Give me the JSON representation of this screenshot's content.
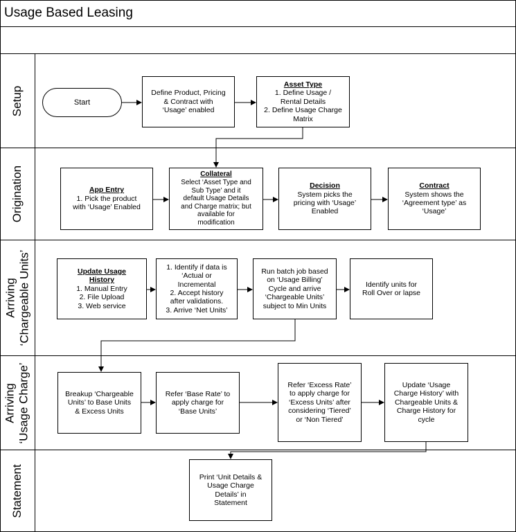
{
  "title": "Usage Based Leasing",
  "lanes": {
    "setup": "Setup",
    "origination": "Origination",
    "arriving_units": [
      "Arriving",
      "‘Chargeable Units’"
    ],
    "arriving_charge": [
      "Arriving",
      "‘Usage Charge’"
    ],
    "statement": "Statement"
  },
  "setup": {
    "start": "Start",
    "define_product": [
      "Define Product, Pricing",
      "& Contract with",
      "‘Usage’ enabled"
    ],
    "asset_type": {
      "heading": "Asset Type",
      "lines": [
        "1. Define Usage /",
        "Rental Details",
        "2. Define Usage Charge",
        "Matrix"
      ]
    }
  },
  "origination": {
    "app_entry": {
      "heading": "App Entry",
      "lines": [
        "1. Pick the product",
        "with ‘Usage’ Enabled"
      ]
    },
    "collateral": {
      "heading": "Collateral",
      "lines": [
        "Select ‘Asset Type and",
        "Sub Type’ and it",
        "default Usage Details",
        "and Charge matrix; but",
        "available for",
        "modification"
      ]
    },
    "decision": {
      "heading": "Decision",
      "lines": [
        "System picks the",
        "pricing with ‘Usage’",
        "Enabled"
      ]
    },
    "contract": {
      "heading": "Contract",
      "lines": [
        "System shows the",
        "‘Agreement type’ as",
        "‘Usage’"
      ]
    }
  },
  "units": {
    "update_history": {
      "heading": [
        "Update Usage",
        "History"
      ],
      "lines": [
        "1. Manual Entry",
        "2. File Upload",
        "3. Web service"
      ]
    },
    "identify_data": [
      "1. Identify if data is",
      "‘Actual or",
      "Incremental",
      "2. Accept history",
      "after validations.",
      "3. Arrive ‘Net Units’"
    ],
    "batch_job": [
      "Run batch job based",
      "on ‘Usage Billing’",
      "Cycle and arrive",
      "‘Chargeable Units’",
      "subject to Min Units"
    ],
    "roll_over": [
      "Identify units for",
      "Roll Over or lapse"
    ]
  },
  "charge": {
    "breakup": [
      "Breakup ‘Chargeable",
      "Units’ to Base Units",
      "& Excess Units"
    ],
    "base_rate": [
      "Refer ‘Base Rate’ to",
      "apply charge for",
      "‘Base Units’"
    ],
    "excess_rate": [
      "Refer ‘Excess Rate’",
      "to apply charge for",
      "‘Excess Units’ after",
      "considering ‘Tiered’",
      "or ‘Non Tiered’"
    ],
    "update_charge": [
      "Update ‘Usage",
      "Charge History’ with",
      "Chargeable Units &",
      "Charge History for",
      "cycle"
    ]
  },
  "statement": {
    "print": [
      "Print ‘Unit Details &",
      "Usage Charge",
      "Details’ in",
      "Statement"
    ]
  }
}
